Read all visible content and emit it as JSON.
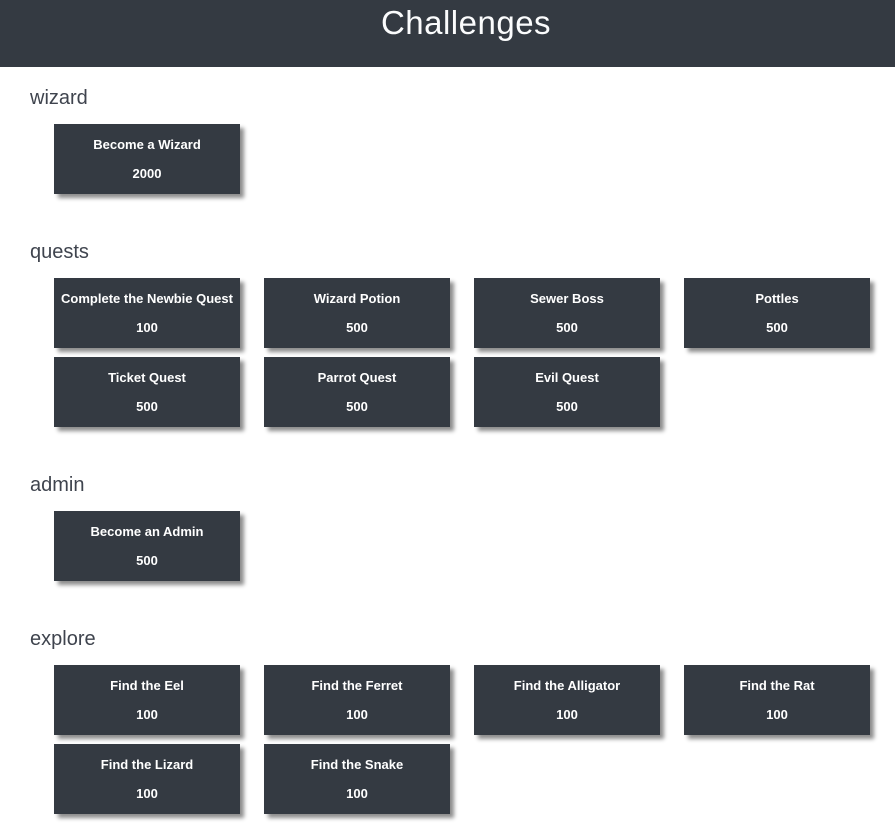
{
  "header": {
    "title": "Challenges"
  },
  "colors": {
    "header_bg": "#343a42",
    "card_bg": "#343a42",
    "card_text": "#ffffff",
    "section_title_text": "#3f444e",
    "page_bg": "#ffffff"
  },
  "sections": [
    {
      "name": "wizard",
      "challenges": [
        {
          "title": "Become a Wizard",
          "points": "2000"
        }
      ]
    },
    {
      "name": "quests",
      "challenges": [
        {
          "title": "Complete the Newbie Quest",
          "points": "100"
        },
        {
          "title": "Wizard Potion",
          "points": "500"
        },
        {
          "title": "Sewer Boss",
          "points": "500"
        },
        {
          "title": "Pottles",
          "points": "500"
        },
        {
          "title": "Ticket Quest",
          "points": "500"
        },
        {
          "title": "Parrot Quest",
          "points": "500"
        },
        {
          "title": "Evil Quest",
          "points": "500"
        }
      ]
    },
    {
      "name": "admin",
      "challenges": [
        {
          "title": "Become an Admin",
          "points": "500"
        }
      ]
    },
    {
      "name": "explore",
      "challenges": [
        {
          "title": "Find the Eel",
          "points": "100"
        },
        {
          "title": "Find the Ferret",
          "points": "100"
        },
        {
          "title": "Find the Alligator",
          "points": "100"
        },
        {
          "title": "Find the Rat",
          "points": "100"
        },
        {
          "title": "Find the Lizard",
          "points": "100"
        },
        {
          "title": "Find the Snake",
          "points": "100"
        }
      ]
    }
  ]
}
